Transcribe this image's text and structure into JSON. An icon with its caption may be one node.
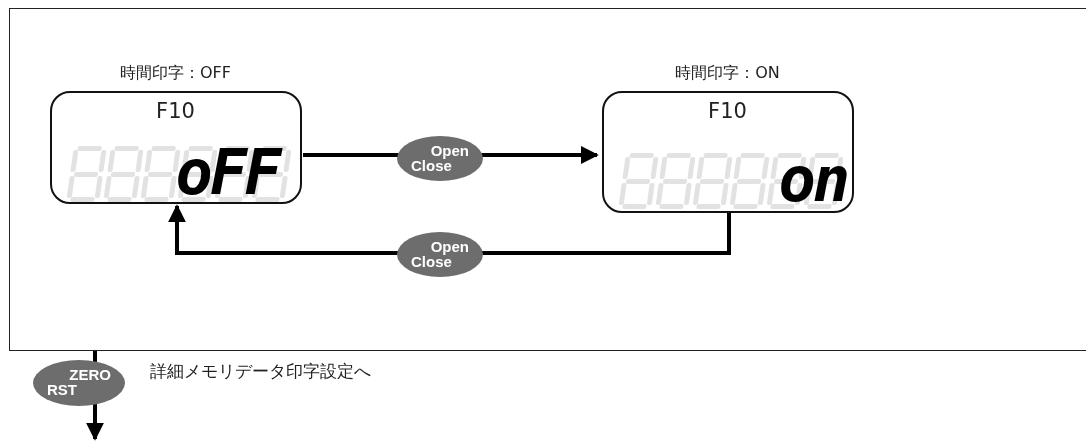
{
  "diagram": {
    "nodes": [
      {
        "text": [],
        "shape": "box"
      },
      {
        "text": [
          "時間印字：OFF",
          "F10",
          "oFF"
        ],
        "in": 0
      },
      {
        "text": [
          "時間印字：ON",
          "F10",
          "on"
        ],
        "in": 0
      }
    ],
    "edges": [
      {
        "from": 1,
        "to": 2,
        "arrow": "to",
        "label": "Open Close"
      },
      {
        "from": 2,
        "to": 1,
        "arrow": "to",
        "label": "Open Close"
      },
      {
        "from": 0,
        "to": null,
        "arrow": "to",
        "label": "ZERO RST"
      }
    ],
    "labels": [
      "詳細メモリデータ印字設定へ"
    ]
  }
}
